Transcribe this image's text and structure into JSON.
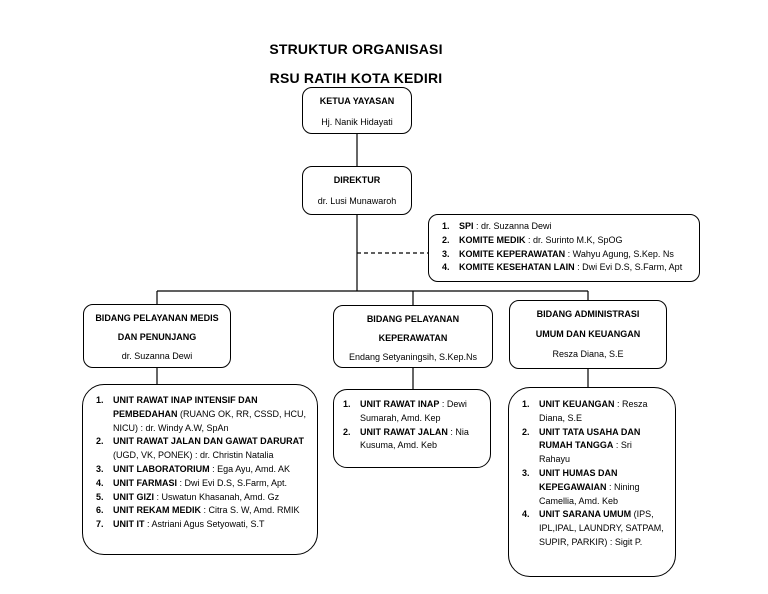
{
  "title": {
    "line1": "STRUKTUR ORGANISASI",
    "line2": "RSU RATIH KOTA KEDIRI"
  },
  "ketua": {
    "label": "KETUA YAYASAN",
    "name": "Hj. Nanik Hidayati"
  },
  "direktur": {
    "label": "DIREKTUR",
    "name": "dr. Lusi Munawaroh"
  },
  "komite": {
    "items": [
      {
        "label": "SPI",
        "name": " : dr. Suzanna Dewi"
      },
      {
        "label": "KOMITE MEDIK",
        "name": " : dr. Surinto M.K, SpOG"
      },
      {
        "label": "KOMITE KEPERAWATAN",
        "name": " : Wahyu Agung, S.Kep. Ns"
      },
      {
        "label": "KOMITE KESEHATAN LAIN",
        "name": " : Dwi Evi D.S, S.Farm, Apt"
      }
    ]
  },
  "bidang_medis": {
    "label1": "BIDANG PELAYANAN MEDIS",
    "label2": "DAN PENUNJANG",
    "name": "dr. Suzanna Dewi",
    "units": [
      {
        "label": "UNIT RAWAT INAP INTENSIF DAN PEMBEDAHAN",
        "detail": " (RUANG OK, RR, CSSD, HCU, NICU) : dr. Windy A.W, SpAn"
      },
      {
        "label": "UNIT RAWAT JALAN DAN GAWAT DARURAT",
        "detail": " (UGD, VK, PONEK) : dr. Christin Natalia"
      },
      {
        "label": "UNIT LABORATORIUM",
        "detail": " : Ega Ayu, Amd. AK"
      },
      {
        "label": "UNIT FARMASI",
        "detail": " : Dwi Evi D.S, S.Farm, Apt."
      },
      {
        "label": "UNIT GIZI",
        "detail": " : Uswatun Khasanah, Amd. Gz"
      },
      {
        "label": "UNIT REKAM MEDIK",
        "detail": " : Citra S. W, Amd. RMIK"
      },
      {
        "label": "UNIT IT",
        "detail": " : Astriani Agus Setyowati, S.T"
      }
    ]
  },
  "bidang_keperawatan": {
    "label1": "BIDANG PELAYANAN",
    "label2": "KEPERAWATAN",
    "name": "Endang Setyaningsih, S.Kep.Ns",
    "units": [
      {
        "label": "UNIT RAWAT INAP",
        "detail": " : Dewi Sumarah, Amd. Kep"
      },
      {
        "label": "UNIT RAWAT JALAN",
        "detail": " : Nia Kusuma, Amd. Keb"
      }
    ]
  },
  "bidang_admin": {
    "label1": "BIDANG ADMINISTRASI",
    "label2": "UMUM DAN KEUANGAN",
    "name": "Resza Diana, S.E",
    "units": [
      {
        "label": "UNIT KEUANGAN",
        "detail": " : Resza Diana, S.E"
      },
      {
        "label": "UNIT TATA USAHA DAN RUMAH TANGGA",
        "detail": " : Sri Rahayu"
      },
      {
        "label": "UNIT HUMAS DAN KEPEGAWAIAN",
        "detail": " : Nining Camellia, Amd. Keb"
      },
      {
        "label": "UNIT SARANA UMUM",
        "detail": " (IPS, IPL,IPAL, LAUNDRY, SATPAM, SUPIR, PARKIR) : Sigit P."
      }
    ]
  }
}
